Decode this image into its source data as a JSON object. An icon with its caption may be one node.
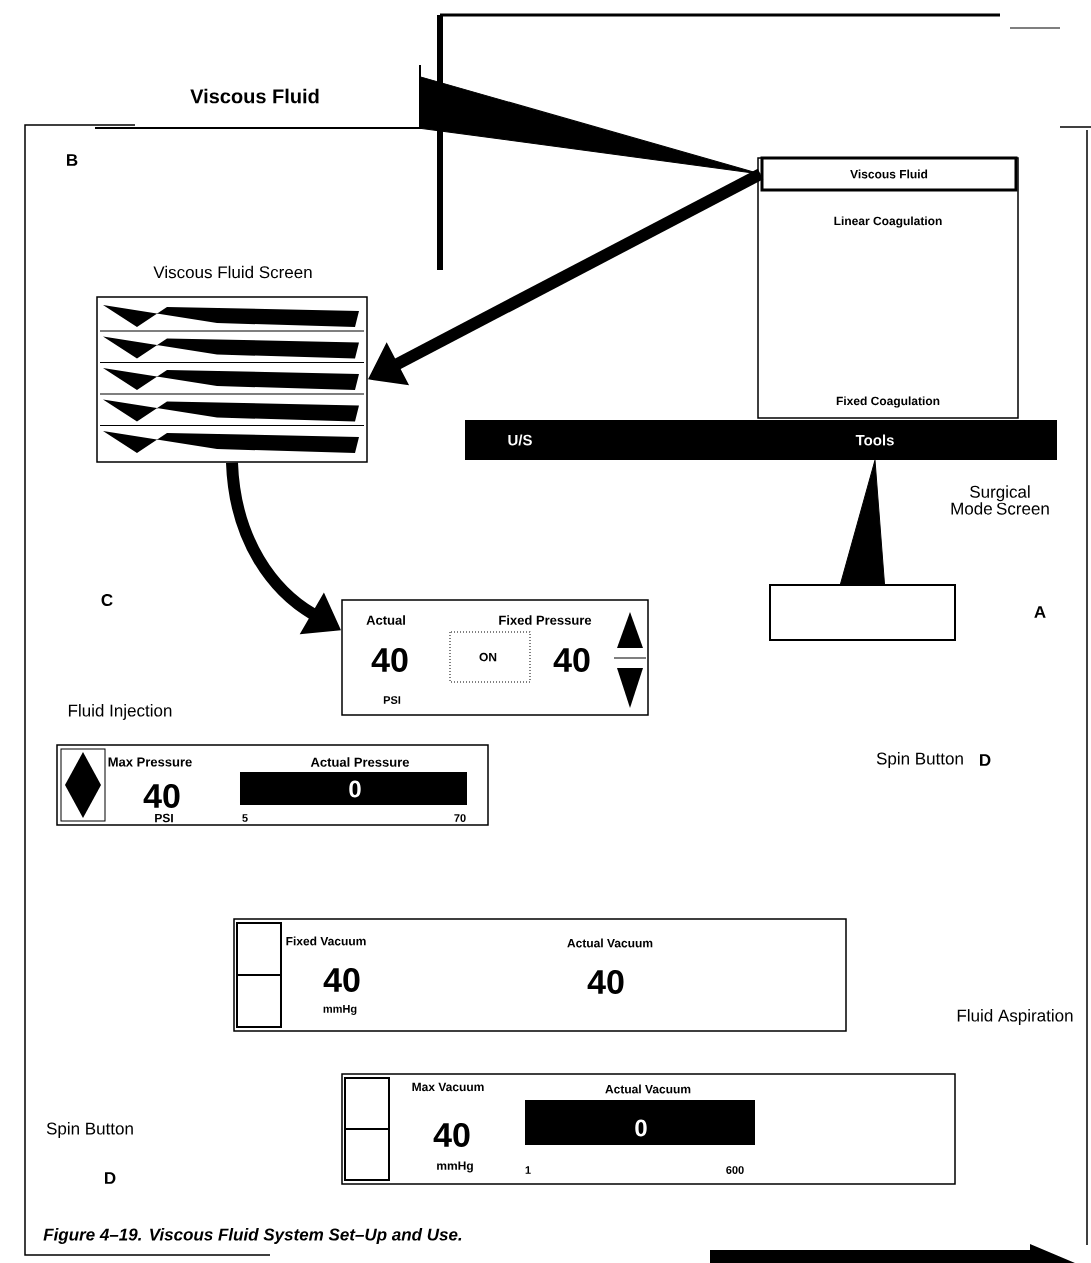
{
  "diagram": {
    "caption": "Figure 4–19.  Viscous Fluid System Set–Up and Use.",
    "nodes": [
      {
        "text": [
          "Viscous Fluid"
        ]
      },
      {
        "text": [
          "Linear Coagulation",
          "Fixed Coagulation"
        ]
      },
      {
        "text": [
          "Viscous Fluid"
        ],
        "in": 1
      },
      {
        "text": [
          "U/S"
        ]
      },
      {
        "text": [
          "Tools"
        ],
        "in": 3
      },
      {
        "text": [],
        "shape": "box"
      },
      {
        "text": [
          "Viscous Fluid Screen"
        ]
      },
      {
        "text": [
          "Actual",
          "Fixed Pressure",
          "40",
          "ON",
          "40",
          "PSI"
        ]
      },
      {
        "text": [
          "Fluid Injection",
          "Max Pressure",
          "Actual Pressure",
          "40",
          "0",
          "PSI",
          "5",
          "70"
        ]
      },
      {
        "text": [
          "Fixed Vacuum",
          "Actual Vacuum",
          "40",
          "40",
          "mmHg"
        ]
      },
      {
        "text": [
          "Max Vacuum",
          "Actual Vacuum",
          "40",
          "0",
          "mmHg",
          "1",
          "600"
        ]
      }
    ],
    "edges": [
      {
        "from": 2,
        "to": 0,
        "arrow": "none"
      },
      {
        "from": 2,
        "to": 6,
        "arrow": "to"
      },
      {
        "from": 4,
        "to": 5,
        "arrow": "none"
      },
      {
        "from": 6,
        "to": 7,
        "arrow": "to"
      }
    ],
    "labels": [
      "B",
      "C",
      "Surgical Mode Screen",
      "A",
      "Spin Button",
      "D",
      "Fluid Aspiration",
      "Spin Button",
      "D"
    ]
  }
}
